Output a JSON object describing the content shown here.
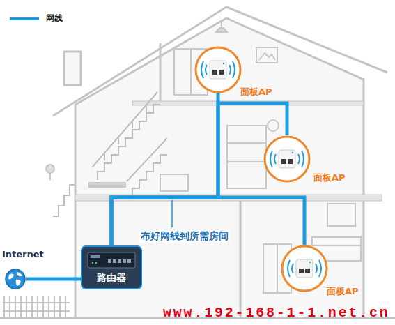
{
  "diagram": {
    "nodes": [
      {
        "text": [
          "Internet"
        ]
      },
      {
        "text": [
          "路由器"
        ]
      },
      {
        "text": [
          "面板AP"
        ]
      },
      {
        "text": [
          "面板AP"
        ]
      },
      {
        "text": [
          "面板AP"
        ]
      }
    ],
    "edges": [
      {
        "from": 0,
        "to": 1,
        "arrow": "none"
      },
      {
        "from": 1,
        "to": 2,
        "arrow": "none"
      },
      {
        "from": 1,
        "to": 3,
        "arrow": "none"
      },
      {
        "from": 1,
        "to": 4,
        "arrow": "none"
      }
    ],
    "labels": [
      "布好网线到所需房间",
      "www.192-168-1-1.net.cn"
    ],
    "legend": [
      {
        "text": "网线"
      }
    ]
  }
}
